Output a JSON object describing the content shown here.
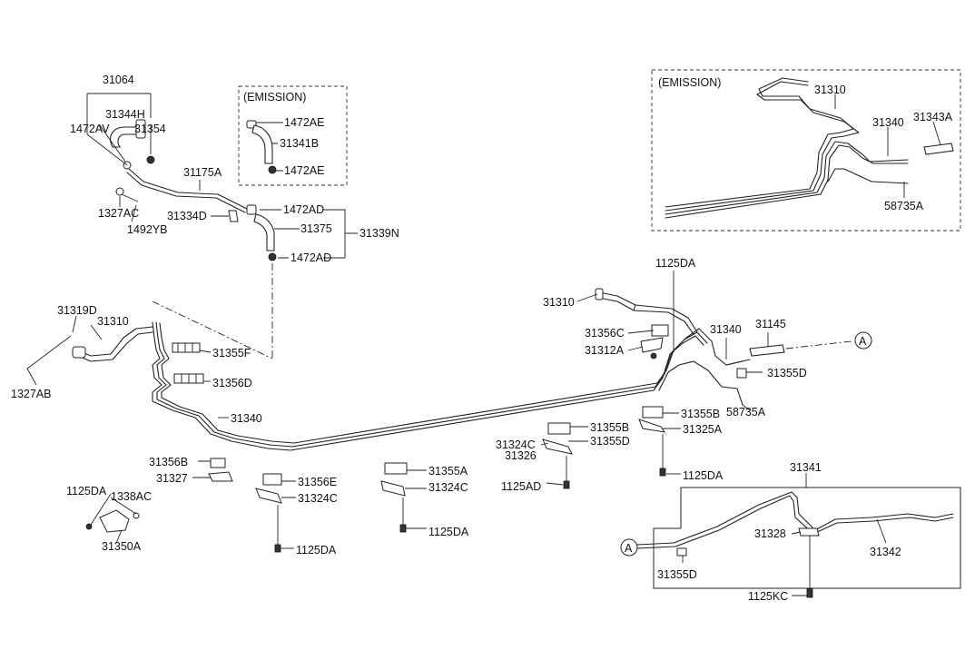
{
  "emission_left": "(EMISSION)",
  "emission_right": "(EMISSION)",
  "callout_a": "A",
  "labels": [
    "31064",
    "31344H",
    "1472AV",
    "31354",
    "31175A",
    "1327AC",
    "1492YB",
    "31334D",
    "1472AE",
    "31341B",
    "1472AE",
    "1472AD",
    "31375",
    "1472AD",
    "31339N",
    "31319D",
    "31310",
    "1327AB",
    "31355F",
    "31356D",
    "31340",
    "31356B",
    "31327",
    "31356E",
    "31324C",
    "1125DA",
    "1338AC",
    "31350A",
    "1125DA",
    "31355A",
    "31324C",
    "1125DA",
    "31310",
    "31356C",
    "31312A",
    "1125DA",
    "31340",
    "31145",
    "31355D",
    "58735A",
    "31355B",
    "31325A",
    "1125DA",
    "31355B",
    "31355D",
    "31324C",
    "31326",
    "1125AD",
    "31310",
    "31340",
    "31343A",
    "58735A",
    "31341",
    "31328",
    "31342",
    "31355D",
    "1125KC"
  ]
}
